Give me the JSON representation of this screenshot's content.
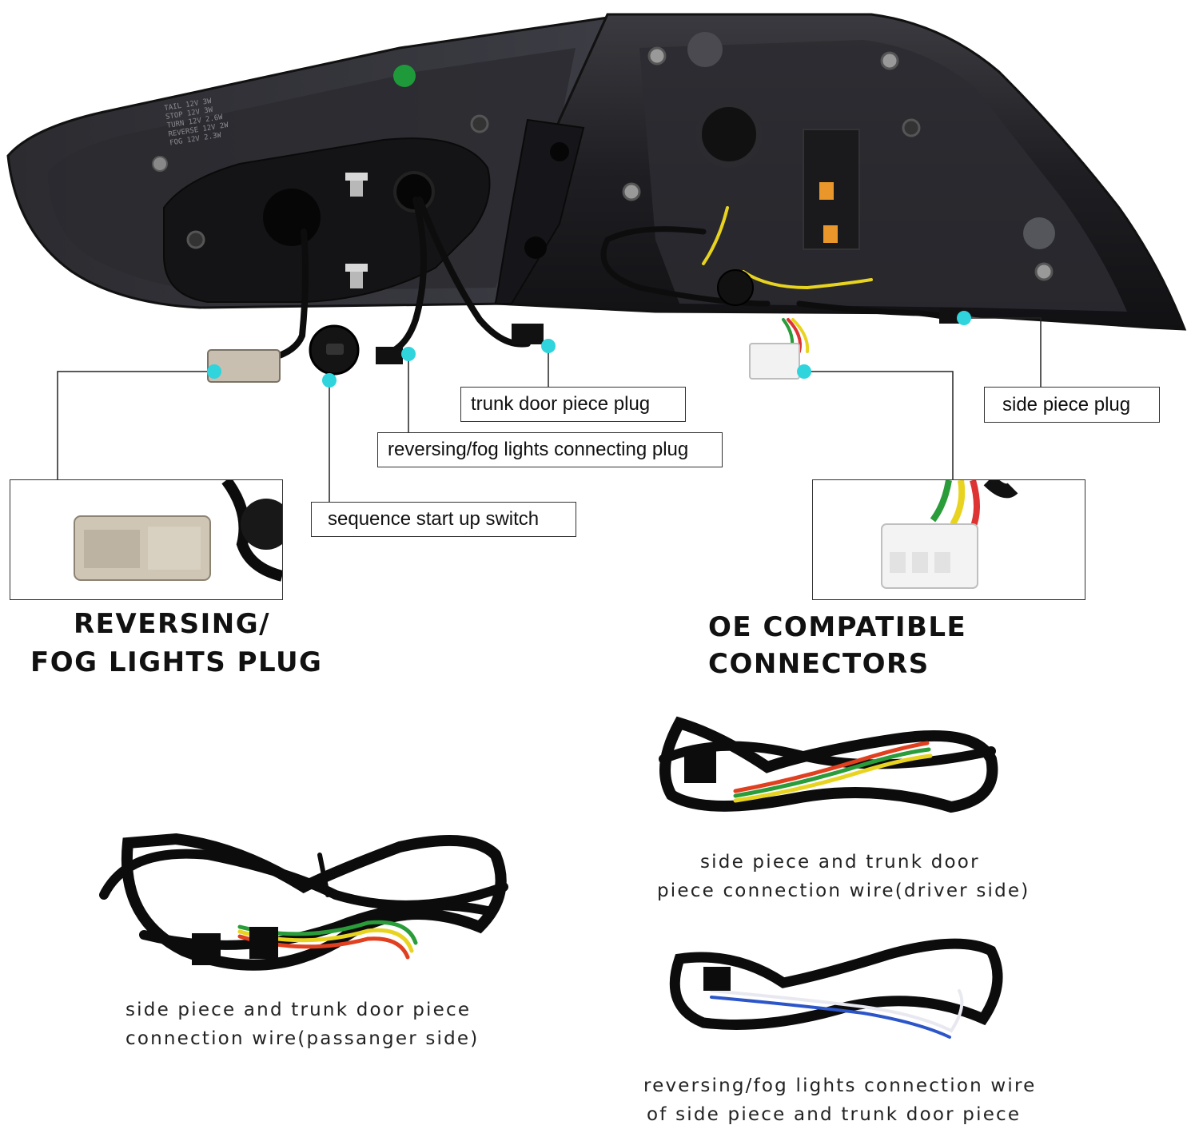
{
  "callouts": {
    "trunk_door_plug": "trunk door piece plug",
    "reversing_fog_connecting_plug": "reversing/fog lights connecting plug",
    "sequence_switch": "sequence start up switch",
    "side_piece_plug": "side piece plug"
  },
  "headings": {
    "fog_line1": "REVERSING/",
    "fog_line2": "FOG LIGHTS PLUG",
    "oe_connectors": "OE COMPATIBLE CONNECTORS"
  },
  "captions": {
    "passenger_line1": "side piece and trunk door piece",
    "passenger_line2": "connection wire(passanger side)",
    "driver_line1": "side piece and trunk door",
    "driver_line2": "piece connection wire(driver side)",
    "fog_wire_line1": "reversing/fog lights connection wire",
    "fog_wire_line2": "of side piece and trunk door piece"
  },
  "lamp_label": {
    "lines": [
      "TAIL 12V 3W",
      "STOP 12V 3W",
      "TURN 12V 2.6W",
      "REVERSE 12V 2W",
      "FOG 12V 2.3W"
    ]
  },
  "colors": {
    "marker": "#2fd4dc",
    "housing": "#1c1c1f",
    "wire": "#0d0d0d",
    "accent_orange": "#e9962a"
  }
}
